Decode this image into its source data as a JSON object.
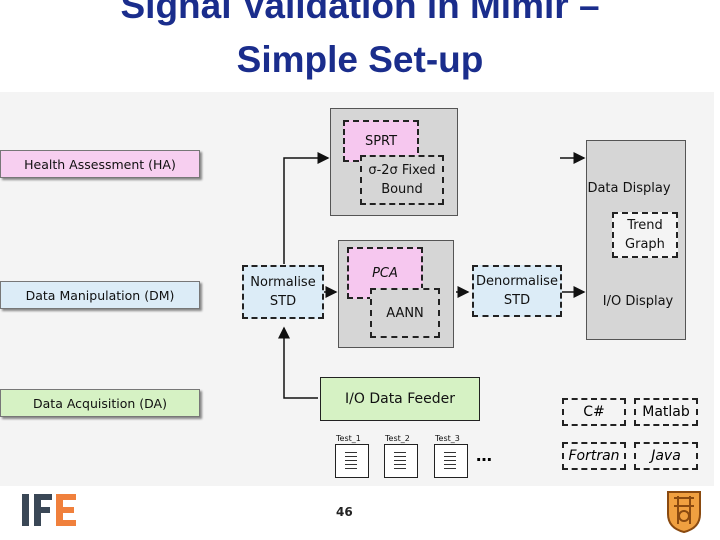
{
  "title": {
    "line1": "Signal Validation in Mimir –",
    "line2": "Simple Set-up"
  },
  "layers": {
    "health": "Health Assessment (HA)",
    "manipulation": "Data Manipulation (DM)",
    "acquisition": "Data Acquisition (DA)"
  },
  "blocks": {
    "sprt": "SPRT",
    "fixed_bound": "σ-2σ Fixed Bound",
    "data_display": "Data Display",
    "trend_graph": "Trend Graph",
    "pca": "PCA",
    "aann": "AANN",
    "normalise": "Normalise STD",
    "denormalise": "Denormalise STD",
    "io_display": "I/O Display",
    "io_feeder": "I/O Data Feeder"
  },
  "tests": [
    "Test_1",
    "Test_2",
    "Test_3"
  ],
  "ellipsis": "…",
  "languages": {
    "csharp": "C#",
    "matlab": "Matlab",
    "fortran": "Fortran",
    "java": "Java"
  },
  "footer": {
    "logo": "IFE",
    "page_number": "46"
  },
  "colors": {
    "title": "#1a2d8c",
    "ha_fill": "#f7cff0",
    "dm_fill": "#dcecf7",
    "da_fill": "#d6f2c4",
    "sprt_fill": "#f6c7ef",
    "pca_fill": "#f6c7ef",
    "feeder_fill": "#d6f2c4",
    "logo_blue": "#3a4756",
    "logo_orange": "#f0803c"
  }
}
